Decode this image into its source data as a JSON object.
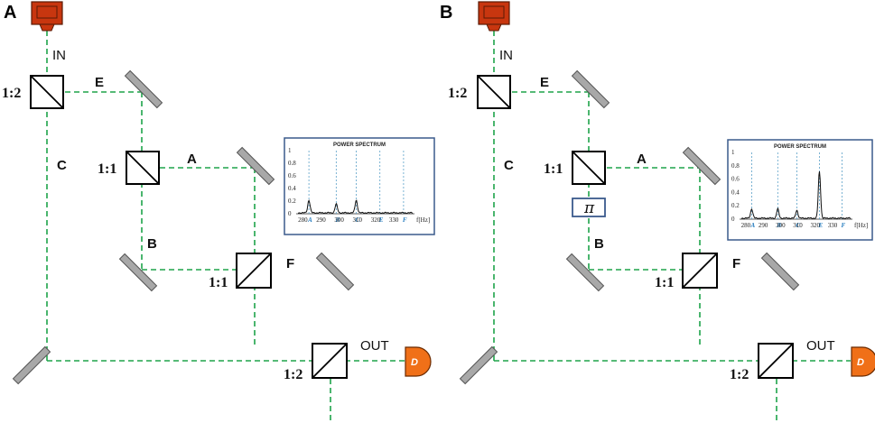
{
  "panels": [
    {
      "letter": "A",
      "input_label": "IN",
      "output_label": "OUT",
      "detector_label": "D",
      "arm_labels": {
        "E": "E",
        "C": "C",
        "A": "A",
        "B": "B",
        "F": "F"
      },
      "ratios": {
        "bs_in": "1:2",
        "bs_mid": "1:1",
        "bs_lower": "1:1",
        "bs_out": "1:2"
      },
      "phase_label": "",
      "inset": {
        "title": "POWER SPECTRUM",
        "y_ticks": [
          "1",
          "0.8",
          "0.6",
          "0.4",
          "0.2",
          "0"
        ],
        "x_ticks": [
          "280",
          "290",
          "300",
          "310",
          "320",
          "330"
        ],
        "x_unit": "f[Hz]",
        "peak_letters": [
          "A",
          "B",
          "C",
          "E",
          "F"
        ],
        "peaks": [
          {
            "f": 282,
            "amp": 0.2
          },
          {
            "f": 297,
            "amp": 0.14
          },
          {
            "f": 308,
            "amp": 0.2
          },
          {
            "f": 321,
            "amp": 0.0
          },
          {
            "f": 334,
            "amp": 0.0
          }
        ]
      }
    },
    {
      "letter": "B",
      "input_label": "IN",
      "output_label": "OUT",
      "detector_label": "D",
      "arm_labels": {
        "E": "E",
        "C": "C",
        "A": "A",
        "B": "B",
        "F": "F"
      },
      "ratios": {
        "bs_in": "1:2",
        "bs_mid": "1:1",
        "bs_lower": "1:1",
        "bs_out": "1:2"
      },
      "phase_label": "π",
      "inset": {
        "title": "POWER SPECTRUM",
        "y_ticks": [
          "1",
          "0.8",
          "0.6",
          "0.4",
          "0.2",
          "0"
        ],
        "x_ticks": [
          "280",
          "290",
          "300",
          "310",
          "320",
          "330"
        ],
        "x_unit": "f[Hz]",
        "peak_letters": [
          "A",
          "B",
          "C",
          "E",
          "F"
        ],
        "peaks": [
          {
            "f": 282,
            "amp": 0.14
          },
          {
            "f": 297,
            "amp": 0.14
          },
          {
            "f": 308,
            "amp": 0.12
          },
          {
            "f": 321,
            "amp": 0.7
          },
          {
            "f": 334,
            "amp": 0.0
          }
        ]
      }
    }
  ],
  "colors": {
    "beam": "#1ea34a",
    "laser": "#c8360f",
    "detector": "#f07018",
    "mirror": "#a8a8a8",
    "inset_border": "#3a5a8c",
    "grid": "#5aa0c8"
  },
  "icons": [
    "laser-icon",
    "detector-icon",
    "mirror-icon",
    "beam-splitter-icon",
    "phase-shifter-icon"
  ]
}
